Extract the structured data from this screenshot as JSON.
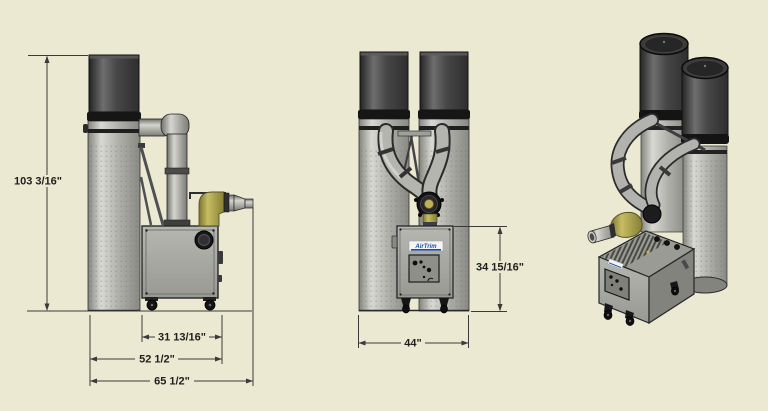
{
  "canvas": {
    "background": "#ECE9D3"
  },
  "branding": {
    "logo_text": "AirTrim",
    "logo_color": "#1652A8"
  },
  "dimensions": {
    "side_view": {
      "overall_height": "103 3/16\"",
      "cabinet_width": "31 13/16\"",
      "body_plus_cabinet_width": "52 1/2\"",
      "overall_width": "65 1/2\""
    },
    "front_view": {
      "overall_width": "44\"",
      "unit_height": "34 15/16\""
    }
  },
  "colors": {
    "background": "#ECE9D3",
    "canister_dark": "#4A4A4A",
    "canister_light": "#B9BAB5",
    "cabinet_gray": "#A8A9A3",
    "inlet_olive": "#B3AB55",
    "dimension_ink": "#3A3A3A",
    "logo_blue": "#1652A8"
  }
}
